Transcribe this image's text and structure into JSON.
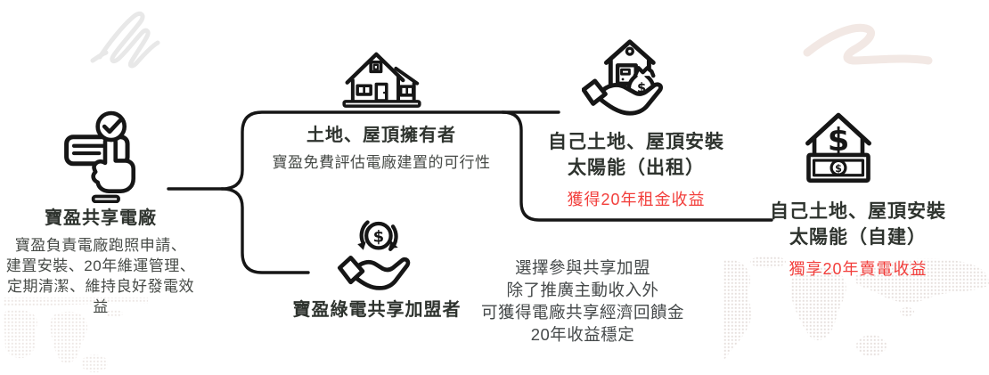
{
  "palette": {
    "ink": "#161616",
    "title_color": "#2e332e",
    "body_color": "#474b47",
    "benefit_red": "#f23e3b",
    "decor_gray": "#e8e8e8",
    "decor_pink": "#f2e8e4",
    "map_dots": "#e5dfdc"
  },
  "icons": {
    "dollar_symbol": "$",
    "left_icon": "form-check-click-hand",
    "owner_icon": "house",
    "franchisee_icon": "dollar-cycle-over-open-hand",
    "rent_icon": "hand-holding-house-and-moneybag",
    "self_build_icon": "house-dollar-with-banknote"
  },
  "nodes": {
    "provider": {
      "title": "寶盈共享電廠",
      "lines": [
        "寶盈負責電廠跑照申請、",
        "建置安裝、20年維運管理、",
        "定期清潔、維持良好發電效益"
      ]
    },
    "owner": {
      "title": "土地、屋頂擁有者",
      "desc": "寶盈免費評估電廠建置的可行性"
    },
    "franchisee": {
      "title": "寶盈綠電共享加盟者"
    },
    "rent": {
      "title1": "自己土地、屋頂安裝",
      "title2": "太陽能（出租）",
      "benefit": "獲得20年租金收益"
    },
    "self_build": {
      "title1": "自己土地、屋頂安裝",
      "title2": "太陽能（自建）",
      "benefit": "獨享20年賣電收益"
    },
    "note": {
      "lines": [
        "選擇參與共享加盟",
        "除了推廣主動收入外",
        "可獲得電廠共享經濟回饋金",
        "20年收益穩定"
      ]
    }
  }
}
